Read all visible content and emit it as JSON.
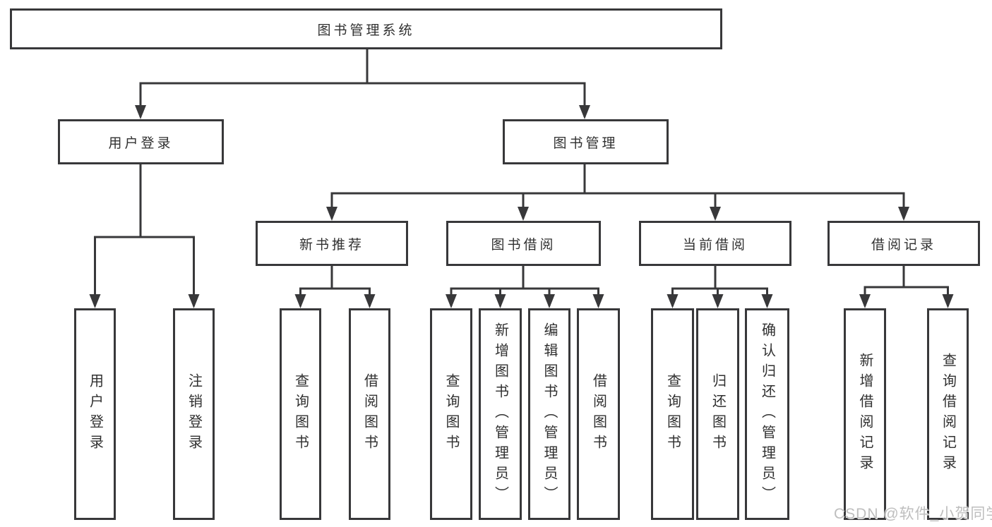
{
  "tree": {
    "root": {
      "label": "图书管理系统"
    },
    "children": [
      {
        "label": "用户登录",
        "children": [
          {
            "label": "用户登录"
          },
          {
            "label": "注销登录"
          }
        ]
      },
      {
        "label": "图书管理",
        "children": [
          {
            "label": "新书推荐",
            "children": [
              {
                "label": "查询图书"
              },
              {
                "label": "借阅图书"
              }
            ]
          },
          {
            "label": "图书借阅",
            "children": [
              {
                "label": "查询图书"
              },
              {
                "label": "新增图书（管理员）"
              },
              {
                "label": "编辑图书（管理员）"
              },
              {
                "label": "借阅图书"
              }
            ]
          },
          {
            "label": "当前借阅",
            "children": [
              {
                "label": "查询图书"
              },
              {
                "label": "归还图书"
              },
              {
                "label": "确认归还（管理员）"
              }
            ]
          },
          {
            "label": "借阅记录",
            "children": [
              {
                "label": "新增借阅记录"
              },
              {
                "label": "查询借阅记录"
              }
            ]
          }
        ]
      }
    ]
  },
  "watermark": {
    "text": "CSDN @软件_小贺同学"
  },
  "colors": {
    "line": "#38383a",
    "text": "#303030",
    "background": "#ffffff",
    "watermark": "#b9b9b9"
  }
}
